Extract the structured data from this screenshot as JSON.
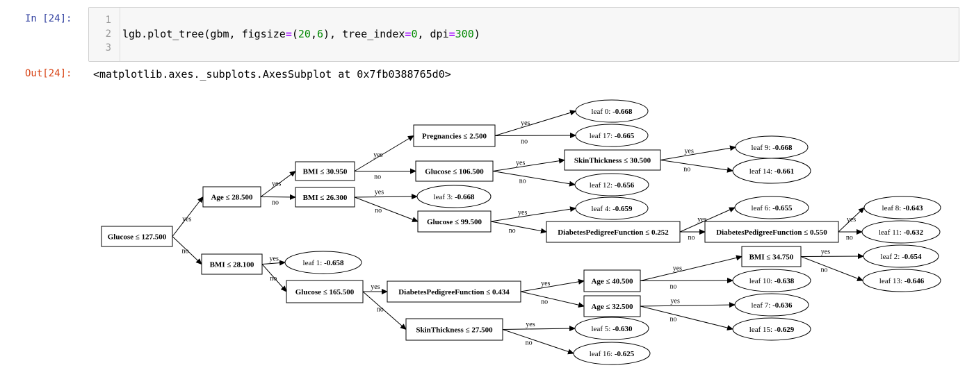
{
  "input_cell": {
    "prompt": "In [24]:",
    "line_numbers": [
      "1",
      "2",
      "3"
    ],
    "code_tokens": [
      {
        "t": "lgb.plot_tree(gbm, figsize",
        "c": "plain"
      },
      {
        "t": "=",
        "c": "kw"
      },
      {
        "t": "(",
        "c": "plain"
      },
      {
        "t": "20",
        "c": "num"
      },
      {
        "t": ",",
        "c": "plain"
      },
      {
        "t": "6",
        "c": "num"
      },
      {
        "t": "), tree_index",
        "c": "plain"
      },
      {
        "t": "=",
        "c": "kw"
      },
      {
        "t": "0",
        "c": "num"
      },
      {
        "t": ", dpi",
        "c": "plain"
      },
      {
        "t": "=",
        "c": "kw"
      },
      {
        "t": "300",
        "c": "num"
      },
      {
        "t": ")",
        "c": "plain"
      }
    ]
  },
  "output_cell": {
    "prompt": "Out[24]:",
    "text": "<matplotlib.axes._subplots.AxesSubplot at 0x7fb0388765d0>"
  },
  "tree": {
    "nodes": [
      {
        "id": "glu127",
        "label": "Glucose ≤ 127.500"
      },
      {
        "id": "age28",
        "label": "Age ≤ 28.500"
      },
      {
        "id": "bmi28",
        "label": "BMI ≤ 28.100"
      },
      {
        "id": "bmi30",
        "label": "BMI ≤ 30.950"
      },
      {
        "id": "bmi26",
        "label": "BMI ≤ 26.300"
      },
      {
        "id": "preg",
        "label": "Pregnancies ≤ 2.500"
      },
      {
        "id": "glu106",
        "label": "Glucose ≤ 106.500"
      },
      {
        "id": "skin30",
        "label": "SkinThickness ≤ 30.500"
      },
      {
        "id": "glu99",
        "label": "Glucose ≤ 99.500"
      },
      {
        "id": "dpf252",
        "label": "DiabetesPedigreeFunction ≤ 0.252"
      },
      {
        "id": "dpf550",
        "label": "DiabetesPedigreeFunction ≤ 0.550"
      },
      {
        "id": "glu165",
        "label": "Glucose ≤ 165.500"
      },
      {
        "id": "dpf434",
        "label": "DiabetesPedigreeFunction ≤ 0.434"
      },
      {
        "id": "skin27",
        "label": "SkinThickness ≤ 27.500"
      },
      {
        "id": "age40",
        "label": "Age ≤ 40.500"
      },
      {
        "id": "age32",
        "label": "Age ≤ 32.500"
      },
      {
        "id": "bmi34",
        "label": "BMI ≤ 34.750"
      }
    ],
    "leaves": [
      {
        "id": "leaf0",
        "name": "leaf 0: ",
        "value": "-0.668"
      },
      {
        "id": "leaf17",
        "name": "leaf 17: ",
        "value": "-0.665"
      },
      {
        "id": "leaf9",
        "name": "leaf 9: ",
        "value": "-0.668"
      },
      {
        "id": "leaf14",
        "name": "leaf 14: ",
        "value": "-0.661"
      },
      {
        "id": "leaf12",
        "name": "leaf 12: ",
        "value": "-0.656"
      },
      {
        "id": "leaf3",
        "name": "leaf 3: ",
        "value": "-0.668"
      },
      {
        "id": "leaf4",
        "name": "leaf 4: ",
        "value": "-0.659"
      },
      {
        "id": "leaf6",
        "name": "leaf 6: ",
        "value": "-0.655"
      },
      {
        "id": "leaf8",
        "name": "leaf 8: ",
        "value": "-0.643"
      },
      {
        "id": "leaf11",
        "name": "leaf 11: ",
        "value": "-0.632"
      },
      {
        "id": "leaf1",
        "name": "leaf 1: ",
        "value": "-0.658"
      },
      {
        "id": "leaf2",
        "name": "leaf 2: ",
        "value": "-0.654"
      },
      {
        "id": "leaf13",
        "name": "leaf 13: ",
        "value": "-0.646"
      },
      {
        "id": "leaf10",
        "name": "leaf 10: ",
        "value": "-0.638"
      },
      {
        "id": "leaf7",
        "name": "leaf 7: ",
        "value": "-0.636"
      },
      {
        "id": "leaf15",
        "name": "leaf 15: ",
        "value": "-0.629"
      },
      {
        "id": "leaf5",
        "name": "leaf 5: ",
        "value": "-0.630"
      },
      {
        "id": "leaf16",
        "name": "leaf 16: ",
        "value": "-0.625"
      }
    ],
    "edges": [
      {
        "from": "glu127",
        "to": "age28",
        "label": "yes"
      },
      {
        "from": "glu127",
        "to": "bmi28",
        "label": "no"
      },
      {
        "from": "age28",
        "to": "bmi30",
        "label": "yes"
      },
      {
        "from": "age28",
        "to": "bmi26",
        "label": "no"
      },
      {
        "from": "bmi30",
        "to": "preg",
        "label": "yes"
      },
      {
        "from": "bmi30",
        "to": "glu106",
        "label": "no"
      },
      {
        "from": "preg",
        "to": "leaf0",
        "label": "yes"
      },
      {
        "from": "preg",
        "to": "leaf17",
        "label": "no"
      },
      {
        "from": "glu106",
        "to": "skin30",
        "label": "yes"
      },
      {
        "from": "glu106",
        "to": "leaf12",
        "label": "no"
      },
      {
        "from": "skin30",
        "to": "leaf9",
        "label": "yes"
      },
      {
        "from": "skin30",
        "to": "leaf14",
        "label": "no"
      },
      {
        "from": "bmi26",
        "to": "leaf3",
        "label": "yes"
      },
      {
        "from": "bmi26",
        "to": "glu99",
        "label": "no"
      },
      {
        "from": "glu99",
        "to": "leaf4",
        "label": "yes"
      },
      {
        "from": "glu99",
        "to": "dpf252",
        "label": "no"
      },
      {
        "from": "dpf252",
        "to": "leaf6",
        "label": "yes"
      },
      {
        "from": "dpf252",
        "to": "dpf550",
        "label": "no"
      },
      {
        "from": "dpf550",
        "to": "leaf8",
        "label": "yes"
      },
      {
        "from": "dpf550",
        "to": "leaf11",
        "label": "no"
      },
      {
        "from": "bmi28",
        "to": "leaf1",
        "label": "yes"
      },
      {
        "from": "bmi28",
        "to": "glu165",
        "label": "no"
      },
      {
        "from": "glu165",
        "to": "dpf434",
        "label": "yes"
      },
      {
        "from": "glu165",
        "to": "skin27",
        "label": "no"
      },
      {
        "from": "dpf434",
        "to": "age40",
        "label": "yes"
      },
      {
        "from": "dpf434",
        "to": "age32",
        "label": "no"
      },
      {
        "from": "age40",
        "to": "bmi34",
        "label": "yes"
      },
      {
        "from": "age40",
        "to": "leaf10",
        "label": "no"
      },
      {
        "from": "bmi34",
        "to": "leaf2",
        "label": "yes"
      },
      {
        "from": "bmi34",
        "to": "leaf13",
        "label": "no"
      },
      {
        "from": "age32",
        "to": "leaf7",
        "label": "yes"
      },
      {
        "from": "age32",
        "to": "leaf15",
        "label": "no"
      },
      {
        "from": "skin27",
        "to": "leaf5",
        "label": "yes"
      },
      {
        "from": "skin27",
        "to": "leaf16",
        "label": "no"
      }
    ]
  }
}
